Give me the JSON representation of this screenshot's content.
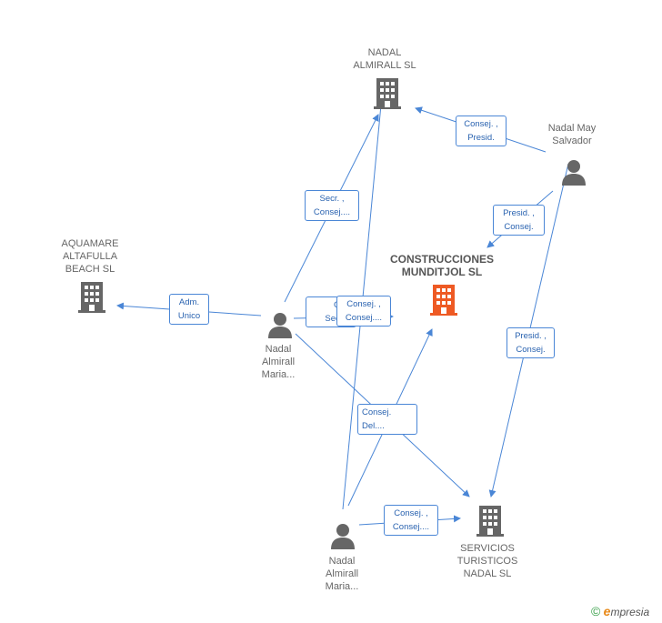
{
  "nodes": {
    "nadal_almirall_sl": {
      "lines": [
        "NADAL",
        "ALMIRALL SL"
      ],
      "type": "company",
      "color": "#666666"
    },
    "nadal_may": {
      "lines": [
        "Nadal May",
        "Salvador"
      ],
      "type": "person",
      "color": "#666666"
    },
    "aquamare": {
      "lines": [
        "AQUAMARE",
        "ALTAFULLA",
        "BEACH SL"
      ],
      "type": "company",
      "color": "#666666"
    },
    "construcciones": {
      "lines": [
        "CONSTRUCCIONES",
        "MUNDITJOL SL"
      ],
      "type": "company",
      "color": "#ee5a24"
    },
    "nadal_almirall_maria_1": {
      "lines": [
        "Nadal",
        "Almirall",
        "Maria..."
      ],
      "type": "person",
      "color": "#666666"
    },
    "nadal_almirall_maria_2": {
      "lines": [
        "Nadal",
        "Almirall",
        "Maria..."
      ],
      "type": "person",
      "color": "#666666"
    },
    "servicios": {
      "lines": [
        "SERVICIOS",
        "TURISTICOS",
        "NADAL SL"
      ],
      "type": "company",
      "color": "#666666"
    }
  },
  "edges": [
    {
      "id": "e1",
      "lines": [
        "Consej. ,",
        "Presid."
      ]
    },
    {
      "id": "e2",
      "lines": [
        "Presid. ,",
        "Consej."
      ]
    },
    {
      "id": "e3",
      "lines": [
        "Secr. ,",
        "Consej...."
      ]
    },
    {
      "id": "e4",
      "lines": [
        "Adm.",
        "Unico"
      ]
    },
    {
      "id": "e5",
      "lines": [
        "Co...",
        "Secr...."
      ]
    },
    {
      "id": "e6",
      "lines": [
        "Consej. ,",
        "Consej...."
      ]
    },
    {
      "id": "e7",
      "lines": [
        "Presid. ,",
        "Consej."
      ]
    },
    {
      "id": "e8",
      "lines": [
        "Consej.",
        "Del...."
      ]
    },
    {
      "id": "e9",
      "lines": [
        "Consej. ,",
        "Consej...."
      ]
    }
  ],
  "brand": {
    "symbol": "©",
    "initial": "e",
    "rest": "mpresia"
  },
  "colors": {
    "edge": "#4a86d6",
    "label_text": "#2a63b0",
    "icon_gray": "#666666",
    "icon_accent": "#ee5a24"
  }
}
